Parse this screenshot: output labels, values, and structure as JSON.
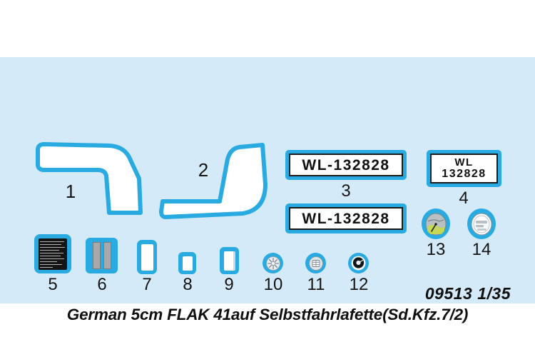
{
  "sheet": {
    "background_color": "#d4eaf8",
    "accent_color": "#29ABE2",
    "outer_color": "#ffffff",
    "ink_color": "#101010"
  },
  "caption": {
    "kit_code": "09513 1/35",
    "title": "German 5cm FLAK 41auf Selbstfahrlafette(Sd.Kfz.7/2)"
  },
  "shapes": [
    {
      "id": "1",
      "label": "1",
      "name": "decal-elbow-left"
    },
    {
      "id": "2",
      "label": "2",
      "name": "decal-elbow-right"
    }
  ],
  "plates": [
    {
      "id": "3a",
      "label": "",
      "lines": [
        "WL-132828"
      ],
      "name": "license-plate-upper"
    },
    {
      "id": "3",
      "label": "3",
      "lines": [
        "WL-132828"
      ],
      "name": "license-plate-lower"
    },
    {
      "id": "4",
      "label": "4",
      "lines": [
        "WL",
        "132828"
      ],
      "name": "license-plate-stacked"
    }
  ],
  "small_decals": [
    {
      "id": "5",
      "label": "5",
      "name": "data-plate-black"
    },
    {
      "id": "6",
      "label": "6",
      "name": "twin-strip-decal"
    },
    {
      "id": "7",
      "label": "7",
      "name": "blank-rect-decal-7"
    },
    {
      "id": "8",
      "label": "8",
      "name": "blank-rect-decal-8"
    },
    {
      "id": "9",
      "label": "9",
      "name": "blank-rect-decal-9"
    },
    {
      "id": "10",
      "label": "10",
      "name": "gauge-decal-10"
    },
    {
      "id": "11",
      "label": "11",
      "name": "gauge-decal-11"
    },
    {
      "id": "12",
      "label": "12",
      "name": "gauge-decal-12"
    },
    {
      "id": "13",
      "label": "13",
      "name": "gauge-decal-13"
    },
    {
      "id": "14",
      "label": "14",
      "name": "gauge-decal-14"
    }
  ]
}
